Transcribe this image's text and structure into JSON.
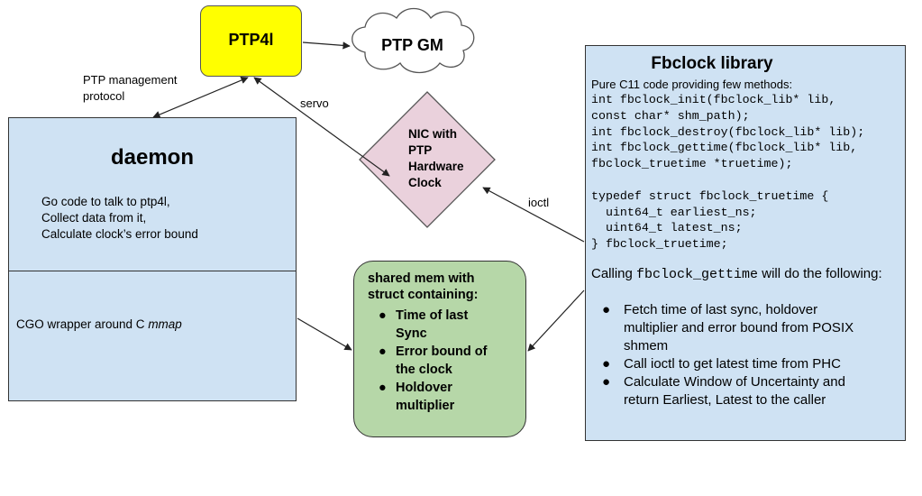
{
  "ptp4l": {
    "label": "PTP4l"
  },
  "ptp_gm": {
    "label": "PTP GM"
  },
  "daemon": {
    "title": "daemon",
    "lines": [
      "Go code to talk to ptp4l,",
      "Collect data from it,",
      "Calculate clock’s error bound"
    ],
    "cgo_text": "CGO wrapper around C ",
    "cgo_italic": "mmap"
  },
  "nic": {
    "lines": [
      "NIC with",
      "PTP",
      "Hardware",
      "Clock"
    ]
  },
  "shared_mem": {
    "title_lines": [
      "shared mem with",
      "struct containing:"
    ],
    "items": [
      [
        "Time of last",
        "Sync"
      ],
      [
        "Error bound of",
        "the clock"
      ],
      [
        "Holdover",
        "multiplier"
      ]
    ],
    "bullet": "●"
  },
  "fbclock": {
    "title": "Fbclock library",
    "subtitle": "Pure C11 code providing few methods:",
    "code": "int fbclock_init(fbclock_lib* lib,\nconst char* shm_path);\nint fbclock_destroy(fbclock_lib* lib);\nint fbclock_gettime(fbclock_lib* lib,\nfbclock_truetime *truetime);\n\ntypedef struct fbclock_truetime {\n  uint64_t earliest_ns;\n  uint64_t latest_ns;\n} fbclock_truetime;",
    "calling_prefix": "Calling ",
    "calling_code": "fbclock_gettime",
    "calling_suffix": " will do the following:",
    "steps": [
      [
        "Fetch time of last sync, holdover",
        "multiplier and error bound from POSIX",
        "shmem"
      ],
      [
        "Call ioctl to get latest time from PHC"
      ],
      [
        "Calculate Window of Uncertainty and",
        "return Earliest, Latest to the caller"
      ]
    ],
    "bullet": "●"
  },
  "edge_labels": {
    "mgmt_line1": "PTP management",
    "mgmt_line2": "protocol",
    "servo": "servo",
    "ioctl": "ioctl"
  }
}
